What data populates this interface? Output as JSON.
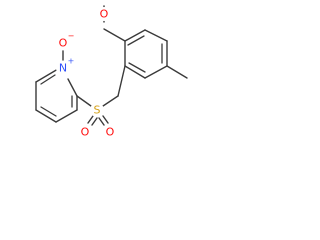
{
  "atoms": {
    "o_methoxy": {
      "symbol": "O",
      "color": "#ff0d0d"
    },
    "n_pyridine": {
      "symbol": "N",
      "color": "#3050f8"
    },
    "n_charge": {
      "symbol": "+",
      "color": "#3050f8"
    },
    "o_noxide": {
      "symbol": "O",
      "color": "#ff0d0d"
    },
    "o_noxide_charge": {
      "symbol": "−",
      "color": "#ff0d0d"
    },
    "s_sulfonyl": {
      "symbol": "S",
      "color": "#d4a017"
    },
    "o_sulfonyl_left": {
      "symbol": "O",
      "color": "#ff0d0d"
    },
    "o_sulfonyl_right": {
      "symbol": "O",
      "color": "#ff0d0d"
    }
  }
}
